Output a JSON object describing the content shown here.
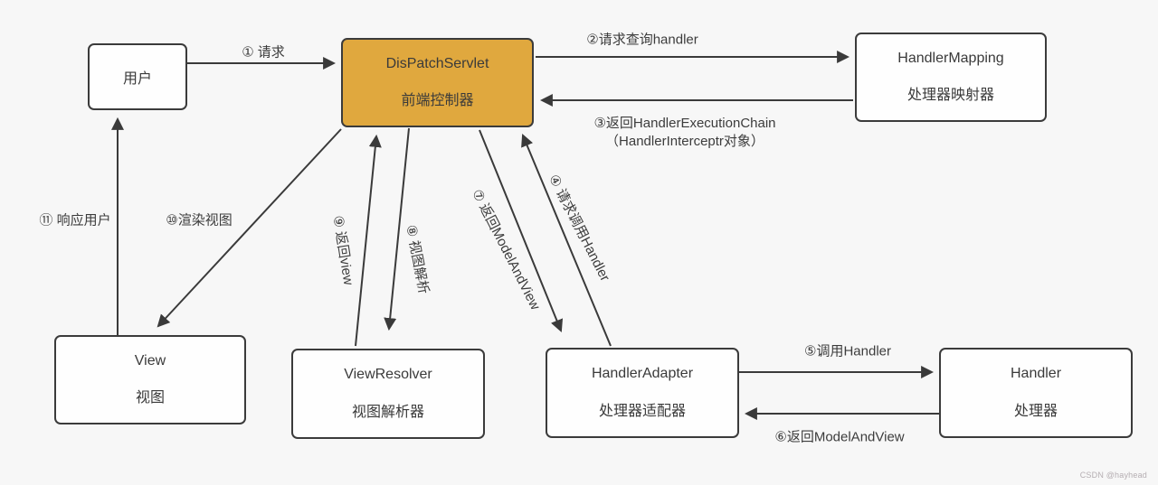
{
  "colors": {
    "background": "#f7f7f7",
    "node_fill": "#fefefe",
    "dispatcher_fill": "#e0a83e",
    "border": "#3b3b3b",
    "line": "#3a3a3a",
    "watermark": "#b5aeb2"
  },
  "nodes": {
    "user": {
      "title": "用户"
    },
    "dispatcher": {
      "title": "DisPatchServlet",
      "subtitle": "前端控制器"
    },
    "handler_mapping": {
      "title": "HandlerMapping",
      "subtitle": "处理器映射器"
    },
    "view": {
      "title": "View",
      "subtitle": "视图"
    },
    "view_resolver": {
      "title": "ViewResolver",
      "subtitle": "视图解析器"
    },
    "handler_adapter": {
      "title": "HandlerAdapter",
      "subtitle": "处理器适配器"
    },
    "handler": {
      "title": "Handler",
      "subtitle": "处理器"
    }
  },
  "edges": {
    "e1": {
      "label": "① 请求"
    },
    "e2": {
      "label": "②请求查询handler"
    },
    "e3": {
      "label_line1": "③返回HandlerExecutionChain",
      "label_line2": "（HandlerInterceptr对象）"
    },
    "e4": {
      "label": "④ 请求调用Handler"
    },
    "e5": {
      "label": "⑤调用Handler"
    },
    "e6": {
      "label": "⑥返回ModelAndView"
    },
    "e7": {
      "label": "⑦ 返回ModelAndView"
    },
    "e8": {
      "label": "⑧ 视图解析"
    },
    "e9": {
      "label": "⑨ 返回view"
    },
    "e10": {
      "label": "⑩渲染视图"
    },
    "e11": {
      "label": "⑪ 响应用户"
    }
  },
  "watermark": "CSDN @hayhead"
}
